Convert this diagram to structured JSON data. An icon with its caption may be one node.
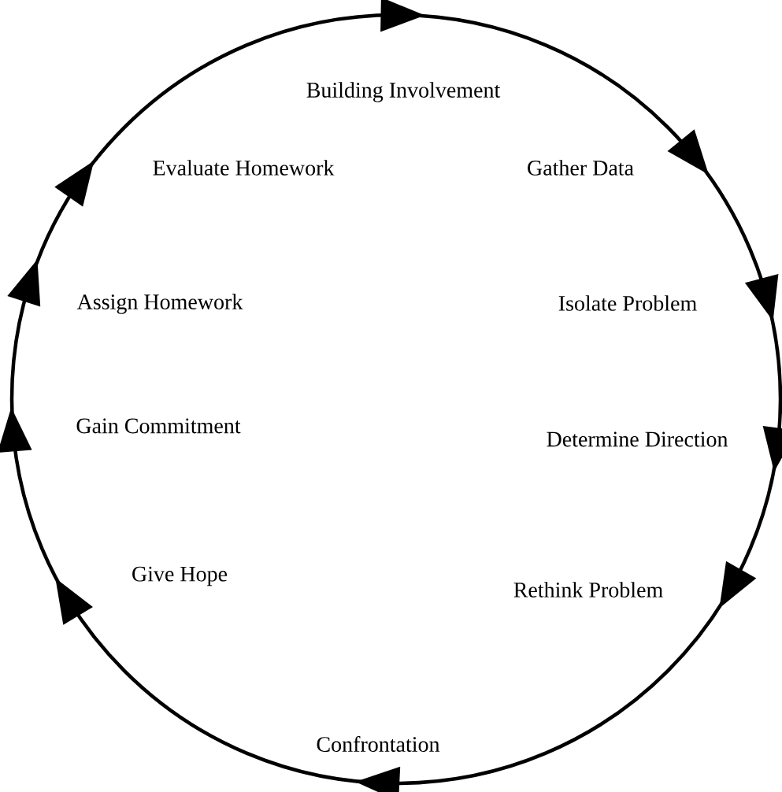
{
  "diagram": {
    "labels": [
      "Building Involvement",
      "Evaluate Homework",
      "Gather Data",
      "Assign Homework",
      "Isolate Problem",
      "Gain Commitment",
      "Determine Direction",
      "Give Hope",
      "Rethink Problem",
      "Confrontation"
    ]
  }
}
